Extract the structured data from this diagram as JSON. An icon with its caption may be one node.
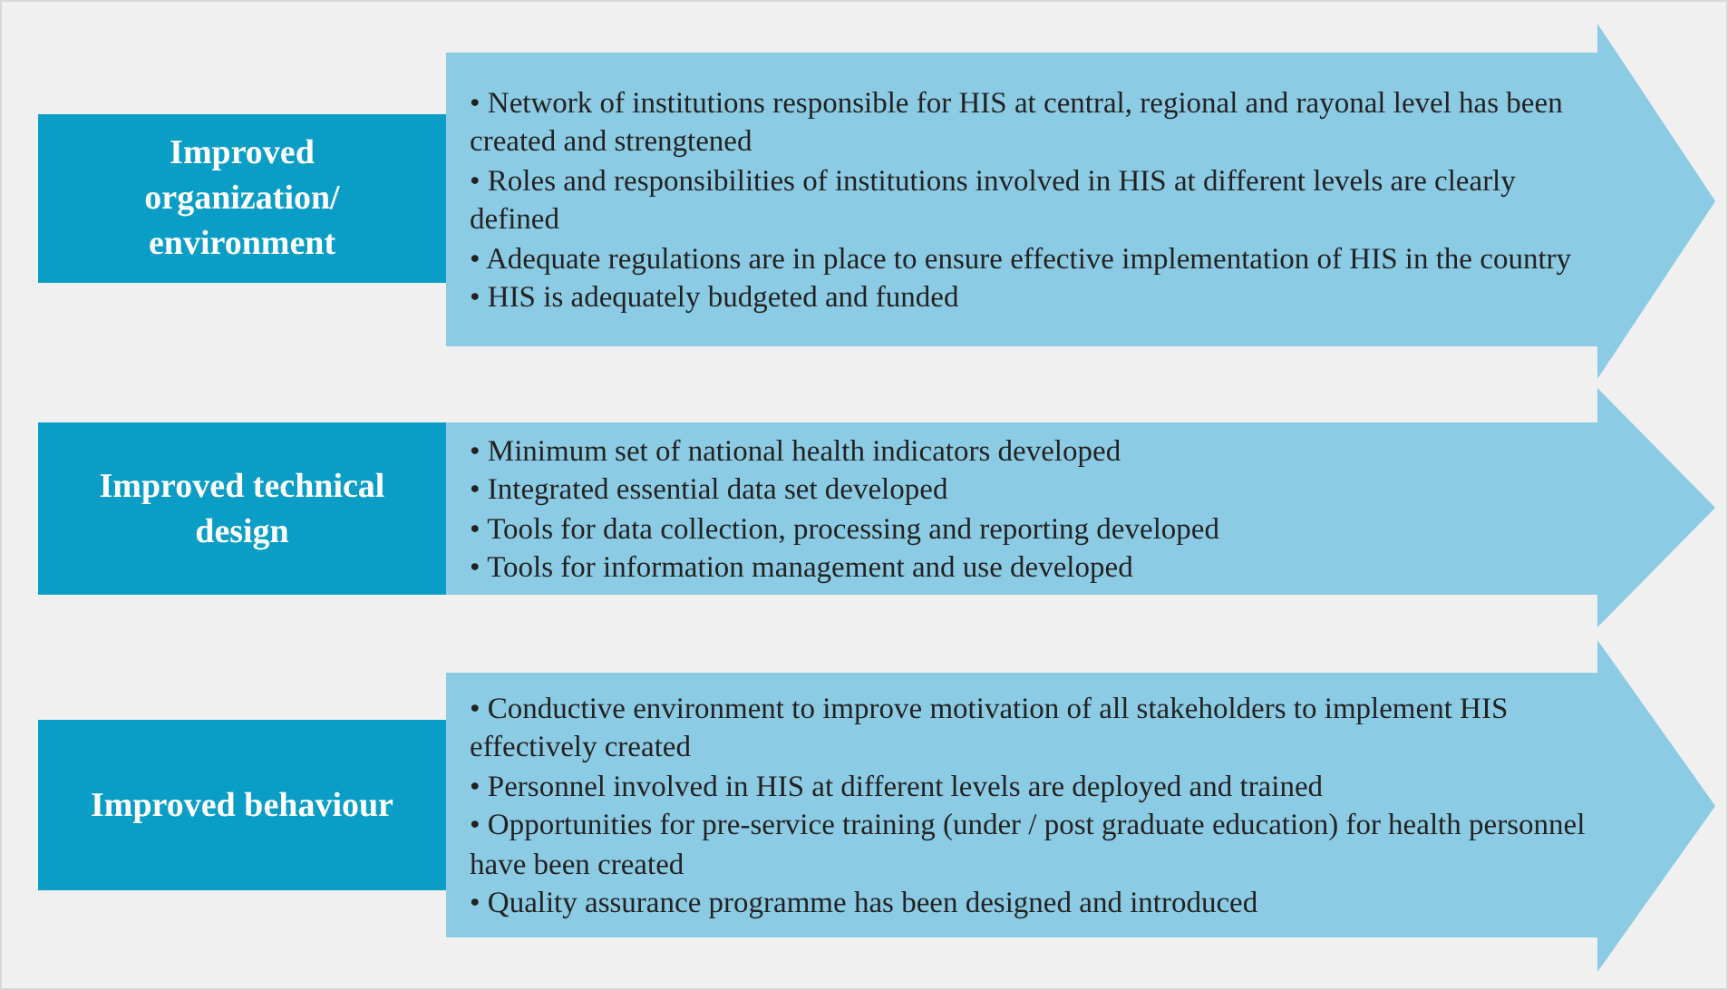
{
  "diagram": {
    "nodes": [
      {
        "text": [
          "Improved organization/ environment"
        ]
      },
      {
        "text": [
          "• Network of institutions responsible for HIS at central, regional and rayonal level has been created and strengtened",
          "• Roles and responsibilities of institutions involved in HIS at different levels are clearly defined",
          "• Adequate regulations are in place to ensure effective implementation of HIS in the country",
          "• HIS is adequately budgeted and funded"
        ]
      },
      {
        "text": [
          "Improved technical design"
        ]
      },
      {
        "text": [
          "• Minimum set of national health indicators developed",
          "• Integrated essential data set developed",
          "• Tools for data collection, processing and reporting developed",
          "• Tools for information management and use developed"
        ]
      },
      {
        "text": [
          "Improved behaviour"
        ]
      },
      {
        "text": [
          "• Conductive environment to improve motivation of all stakeholders to implement HIS effectively created",
          "• Personnel involved in HIS at different levels are deployed and trained",
          "• Opportunities for pre-service training (under / post graduate education) for health personnel have been created",
          "• Quality assurance programme has been designed and introduced"
        ]
      }
    ]
  }
}
